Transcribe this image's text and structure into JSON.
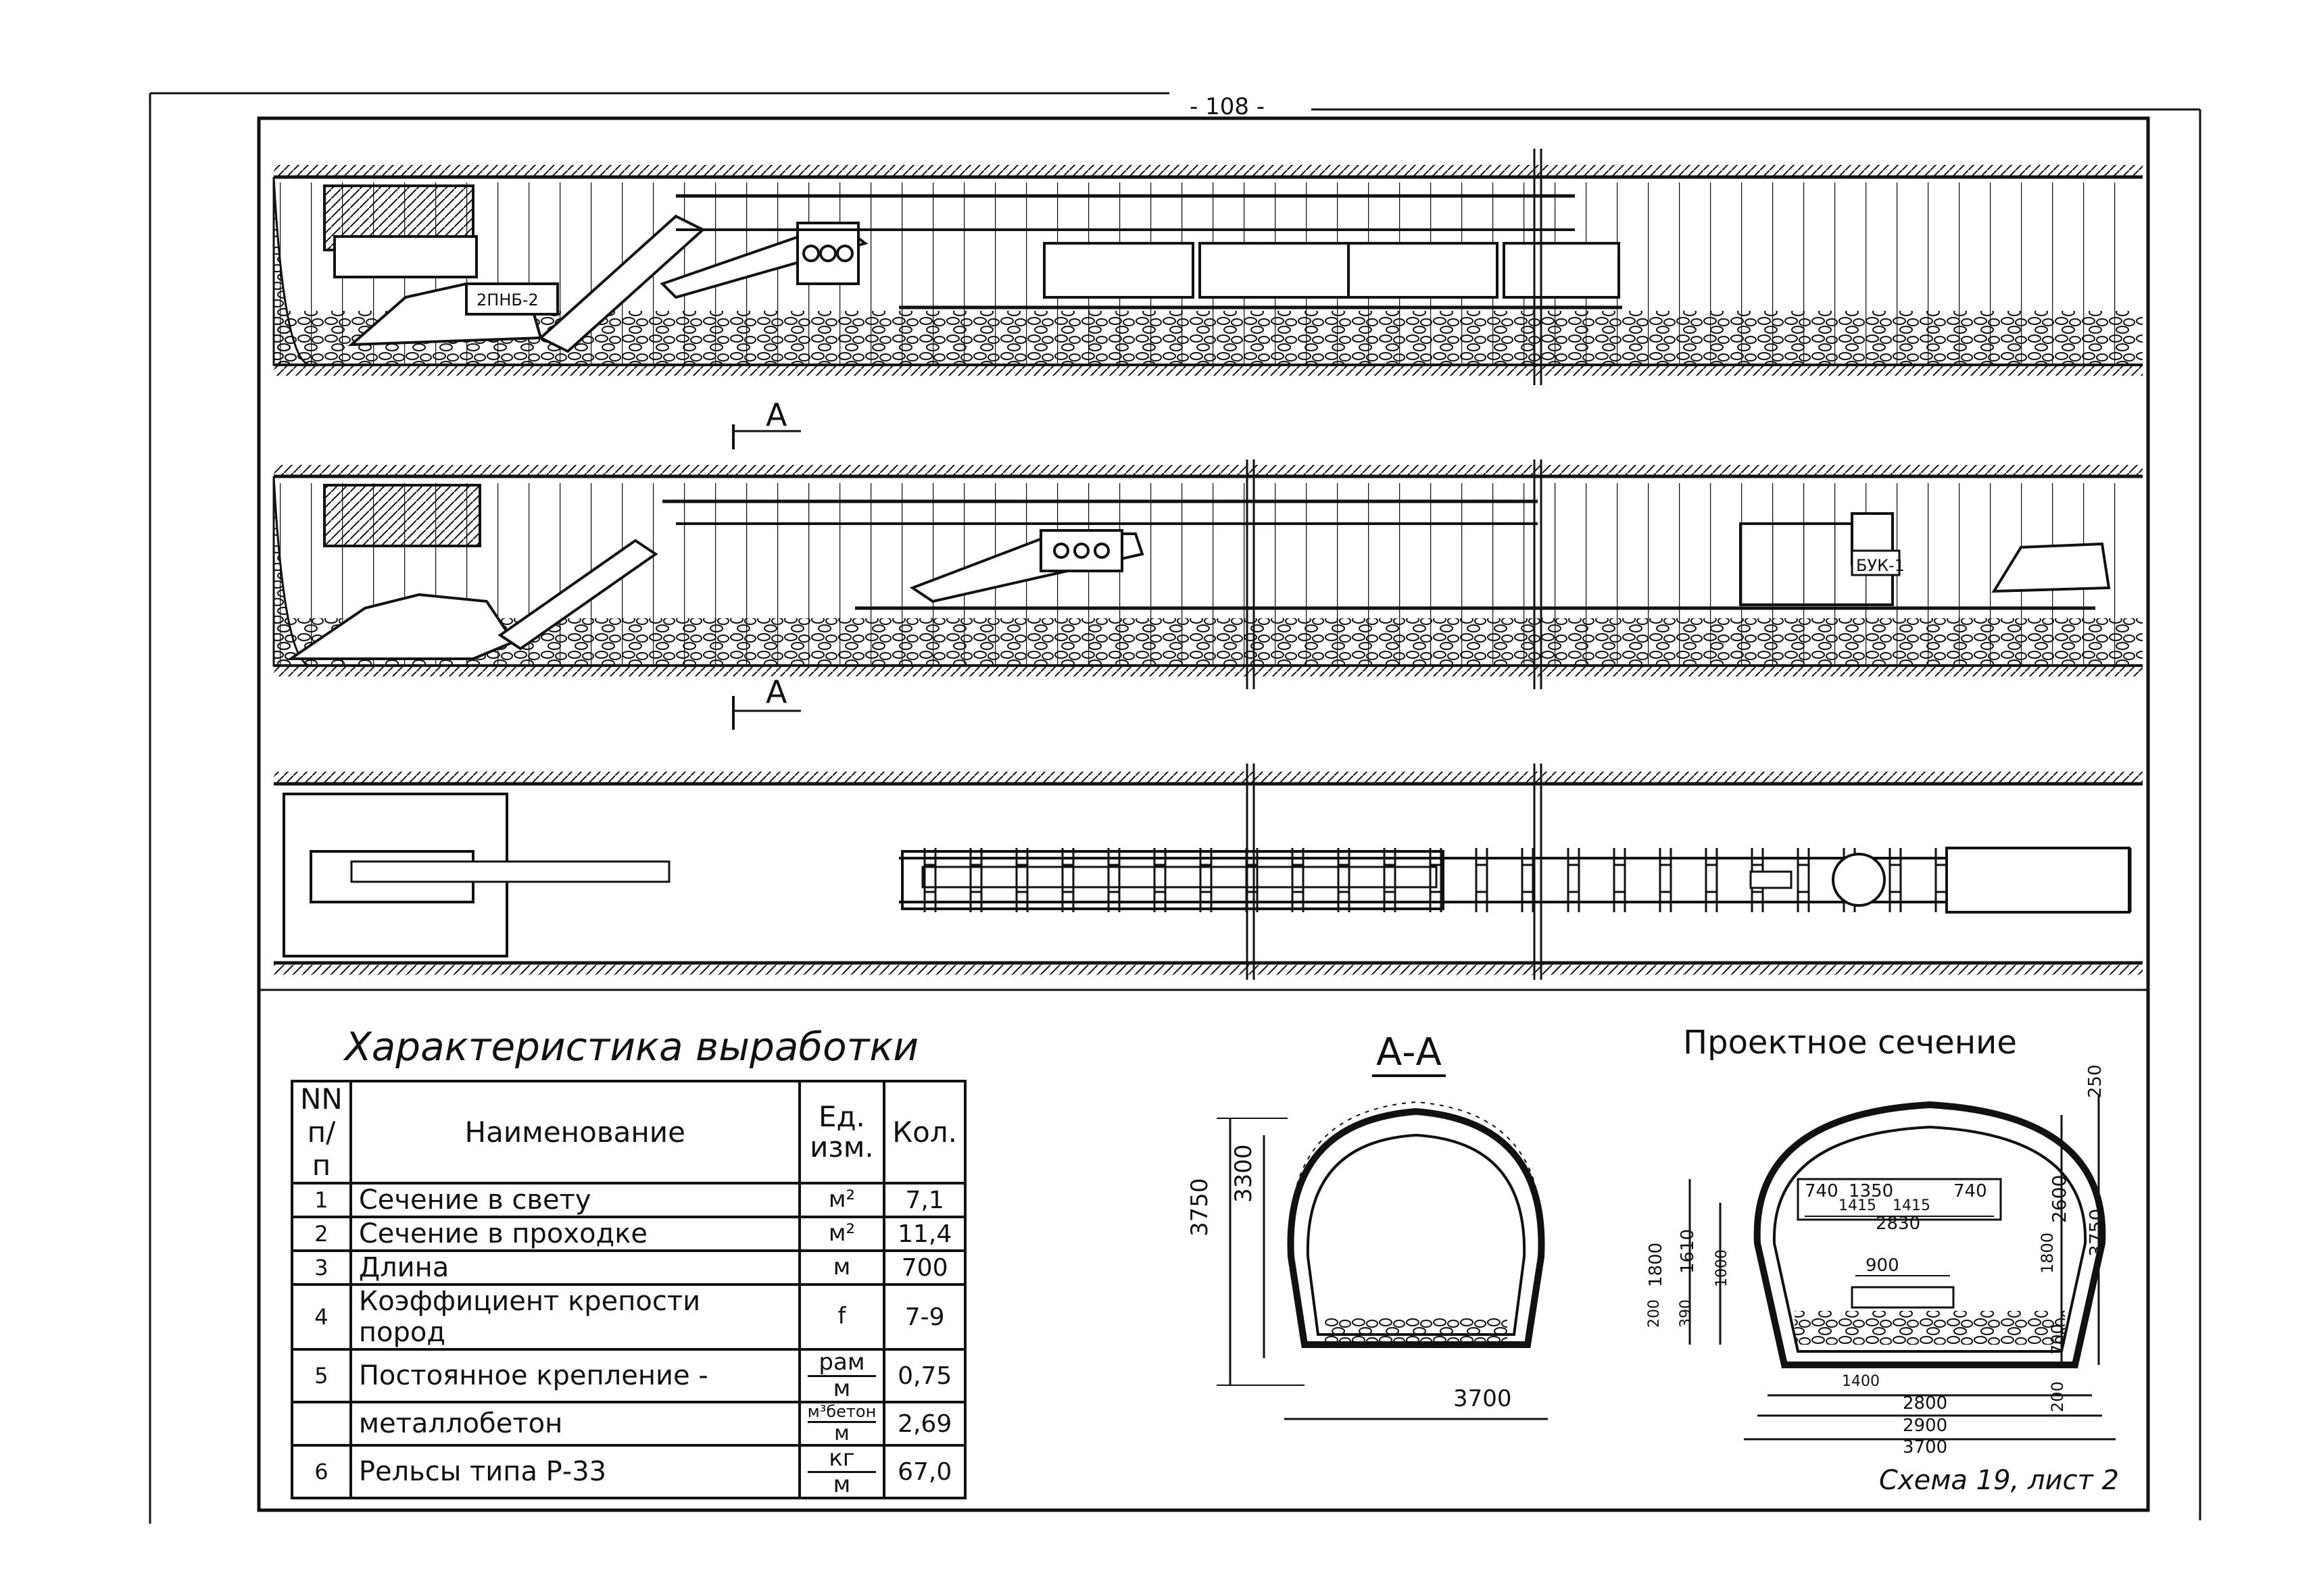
{
  "page_number": "- 108 -",
  "section_marks": {
    "top": "A",
    "bottom": "A"
  },
  "machine_labels": {
    "loader": "2ПНБ-2",
    "drill": "БУК-1"
  },
  "table": {
    "title": "Характеристика выработки",
    "headers": {
      "no": "NN п/п",
      "name": "Наименование",
      "unit": "Ед. изм.",
      "qty": "Кол."
    },
    "rows": [
      {
        "no": "1",
        "name": "Сечение в свету",
        "unit": "м²",
        "qty": "7,1"
      },
      {
        "no": "2",
        "name": "Сечение в проходке",
        "unit": "м²",
        "qty": "11,4"
      },
      {
        "no": "3",
        "name": "Длина",
        "unit": "м",
        "qty": "700"
      },
      {
        "no": "4",
        "name": "Коэффициент крепости пород",
        "unit": "f",
        "qty": "7-9"
      },
      {
        "no": "5",
        "name": "Постоянное крепление -",
        "unit_top": "рам",
        "unit_bottom": "м",
        "qty": "0,75"
      },
      {
        "no": "",
        "name": "металлобетон",
        "unit_top": "м³бетон",
        "unit_bottom": "м",
        "qty": "2,69"
      },
      {
        "no": "6",
        "name": "Рельсы типа Р-33",
        "unit_top": "кг",
        "unit_bottom": "м",
        "qty": "67,0"
      }
    ]
  },
  "section_aa": {
    "title": "А-А",
    "dims": {
      "height_outer": "3750",
      "height_inner": "3300",
      "width": "3700"
    }
  },
  "design_section": {
    "title": "Проектное сечение",
    "dims_top": {
      "d250": "250",
      "d740a": "740",
      "d1350": "1350",
      "d740b": "740",
      "d1415a": "1415",
      "d1415b": "1415",
      "d2830": "2830"
    },
    "dims_left": {
      "d1800": "1800",
      "d1610": "1610",
      "d1000": "1000",
      "d200": "200",
      "d390": "390"
    },
    "dims_right": {
      "d2600": "2600",
      "d3750": "3750",
      "d1800": "1800",
      "d700": "700",
      "d200": "200"
    },
    "dims_mid": {
      "d900": "900"
    },
    "dims_bottom": {
      "d1400": "1400",
      "d2800": "2800",
      "d2900": "2900",
      "d3700": "3700"
    }
  },
  "footer": "Схема 19, лист 2"
}
